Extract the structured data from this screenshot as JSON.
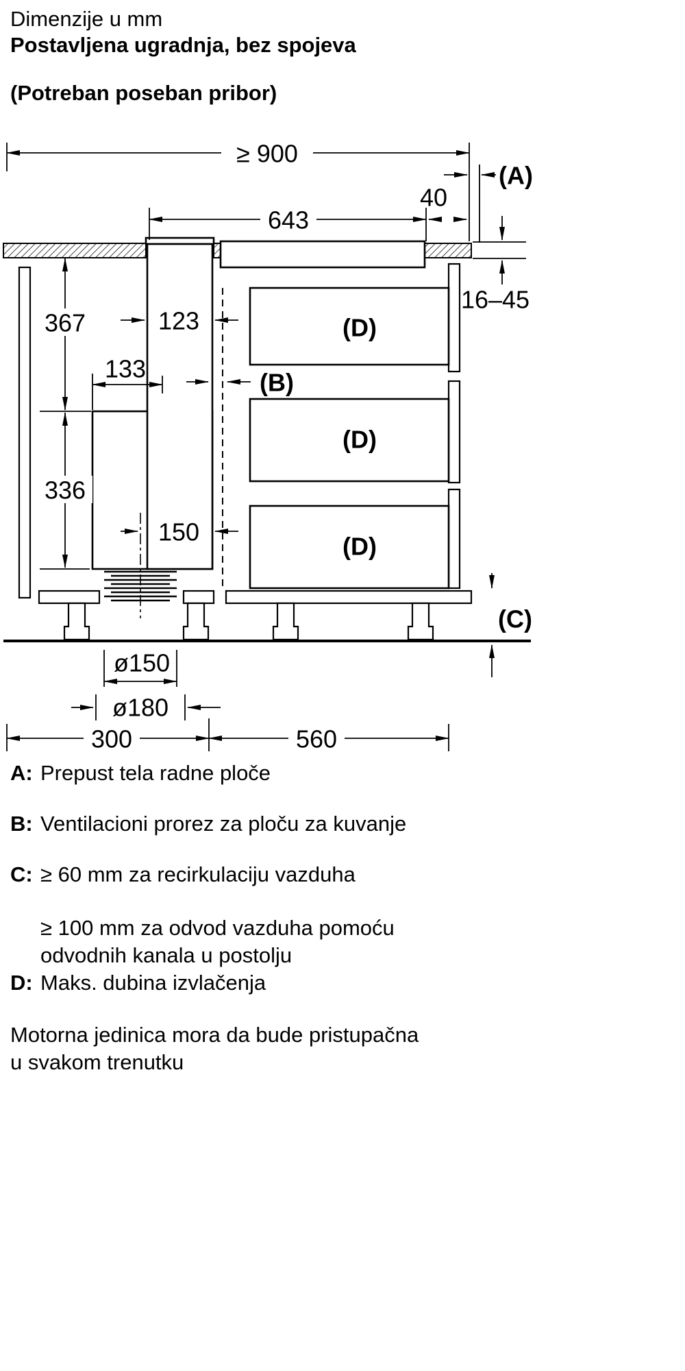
{
  "header": {
    "line1": "Dimenzije u mm",
    "line2": "Postavljena ugradnja, bez spojeva",
    "line3": "(Potreban poseban pribor)"
  },
  "diagram": {
    "dim_total_width": "≥ 900",
    "label_a": "(A)",
    "dim_40": "40",
    "dim_643": "643",
    "dim_16_45": "16–45",
    "dim_367": "367",
    "dim_123": "123",
    "dim_133": "133",
    "label_b": "(B)",
    "dim_336": "336",
    "dim_150": "150",
    "label_d": "(D)",
    "label_c": "(C)",
    "dim_d150": "ø150",
    "dim_d180": "ø180",
    "dim_300": "300",
    "dim_560": "560"
  },
  "legend": {
    "a_key": "A:",
    "a_text": "Prepust tela radne ploče",
    "b_key": "B:",
    "b_text": "Ventilacioni prorez za ploču za kuvanje",
    "c_key": "C:",
    "c_text": "≥ 60 mm za recirkulaciju vazduha",
    "c2_line1": "≥ 100 mm za odvod vazduha pomoću",
    "c2_line2": "odvodnih kanala u postolju",
    "d_key": "D:",
    "d_text": "Maks. dubina izvlačenja"
  },
  "note": {
    "line1": "Motorna jedinica mora da bude pristupačna",
    "line2": "u svakom trenutku"
  }
}
